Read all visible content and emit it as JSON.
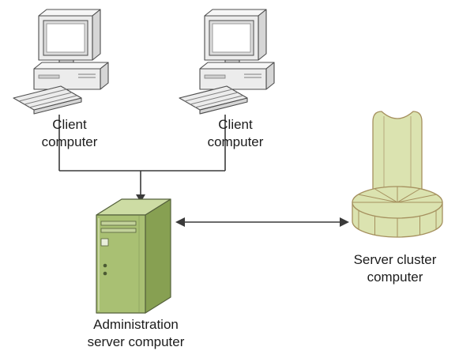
{
  "diagram": {
    "type": "network-topology",
    "nodes": {
      "client1": {
        "label_line1": "Client",
        "label_line2": "computer"
      },
      "client2": {
        "label_line1": "Client",
        "label_line2": "computer"
      },
      "admin_server": {
        "label_line1": "Administration",
        "label_line2": "server computer"
      },
      "server_cluster": {
        "label_line1": "Server cluster",
        "label_line2": "computer"
      }
    },
    "edges": [
      {
        "from": "client1",
        "to": "admin_server",
        "style": "arrow-to-admin"
      },
      {
        "from": "client2",
        "to": "admin_server",
        "style": "arrow-to-admin"
      },
      {
        "from": "admin_server",
        "to": "server_cluster",
        "style": "double-arrow"
      }
    ],
    "colors": {
      "server_front": "#a9c073",
      "server_side": "#87a052",
      "server_top": "#cddca4",
      "server_vent": "#c3d29a",
      "server_panel_sq": "#e9efdb",
      "cluster_fill": "#dbe3b0",
      "cluster_stroke": "#a5905e",
      "cluster_inner_line": "#b7a87c",
      "connector": "#3a3a3a",
      "background": "#ffffff"
    }
  }
}
